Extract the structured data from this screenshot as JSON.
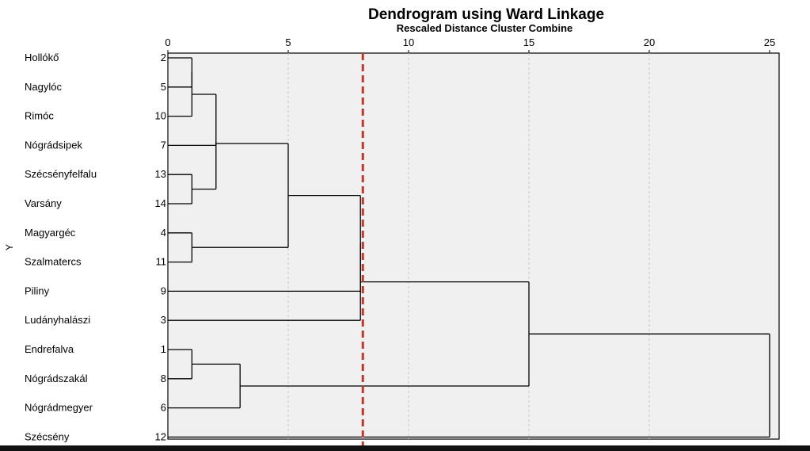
{
  "chart_data": {
    "type": "dendrogram",
    "title": "Dendrogram using Ward Linkage",
    "subtitle": "Rescaled Distance Cluster Combine",
    "ylabel": "Y",
    "xlim": [
      0,
      25
    ],
    "x_ticks": [
      "0",
      "5",
      "10",
      "15",
      "20",
      "25"
    ],
    "grid": true,
    "cut_line": {
      "value": 8.1,
      "color": "#c0392b"
    },
    "leaves": [
      {
        "label": "Hollókő",
        "number": "2"
      },
      {
        "label": "Nagylóc",
        "number": "5"
      },
      {
        "label": "Rimóc",
        "number": "10"
      },
      {
        "label": "Nógrádsipek",
        "number": "7"
      },
      {
        "label": "Szécsényfelfalu",
        "number": "13"
      },
      {
        "label": "Varsány",
        "number": "14"
      },
      {
        "label": "Magyargéc",
        "number": "4"
      },
      {
        "label": "Szalmatercs",
        "number": "11"
      },
      {
        "label": "Piliny",
        "number": "9"
      },
      {
        "label": "Ludányhalászi",
        "number": "3"
      },
      {
        "label": "Endrefalva",
        "number": "1"
      },
      {
        "label": "Nógrádszakál",
        "number": "8"
      },
      {
        "label": "Nógrádmegyer",
        "number": "6"
      },
      {
        "label": "Szécsény",
        "number": "12"
      }
    ],
    "merges": [
      {
        "left": "L0",
        "right": "L1",
        "height": 1
      },
      {
        "left": "M0",
        "right": "L2",
        "height": 1
      },
      {
        "left": "L4",
        "right": "L5",
        "height": 1
      },
      {
        "left": "M1",
        "right": "M2",
        "height": 2
      },
      {
        "left": "M3",
        "right": "L3",
        "height": 2
      },
      {
        "left": "L6",
        "right": "L7",
        "height": 1
      },
      {
        "left": "M4",
        "right": "M5",
        "height": 5
      },
      {
        "left": "M6",
        "right": "L8",
        "height": 8
      },
      {
        "left": "M7",
        "right": "L9",
        "height": 8
      },
      {
        "left": "L10",
        "right": "L11",
        "height": 1
      },
      {
        "left": "M9",
        "right": "L12",
        "height": 3
      },
      {
        "left": "M8",
        "right": "M10",
        "height": 15
      },
      {
        "left": "M11",
        "right": "L13",
        "height": 25
      }
    ],
    "colors": {
      "plot_bg": "#f0f0f0",
      "grid": "#c8c8c8",
      "line": "#000000"
    }
  }
}
